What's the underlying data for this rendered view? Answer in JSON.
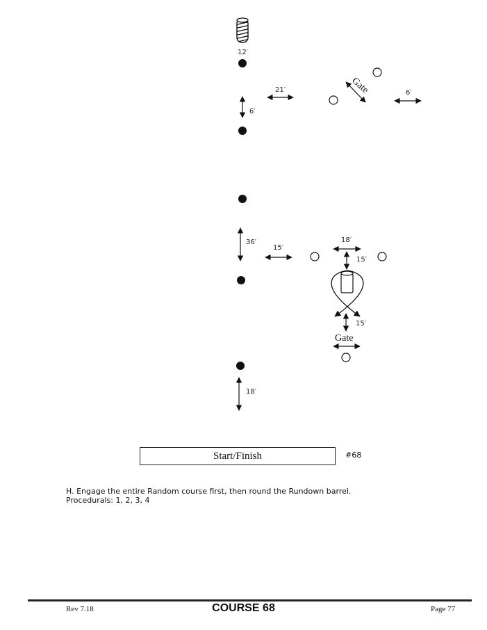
{
  "diagram": {
    "measurements": {
      "top_barrel": "12′",
      "gap_21": "21′",
      "gap_6_right": "6′",
      "gap_6_vertical": "6′",
      "gap_36": "36′",
      "gap_15_left": "15′",
      "gap_18_top": "18′",
      "gap_15_right": "15′",
      "gap_15_lower": "15′",
      "gap_18_bottom": "18′"
    },
    "gate_upper": "Gate",
    "gate_lower": "Gate"
  },
  "start_finish": "Start/Finish",
  "course_number": "#68",
  "instructions": {
    "line1": "H. Engage the entire Random course first, then round the Rundown barrel.",
    "line2": "Procedurals: 1, 2, 3, 4"
  },
  "footer": {
    "revision": "Rev 7.18",
    "title": "COURSE 68",
    "page": "Page 77"
  },
  "icons": [
    "striped-barrel-icon",
    "barrel-icon",
    "cone-marker-icon",
    "gate-marker-icon",
    "double-arrow-icon"
  ]
}
